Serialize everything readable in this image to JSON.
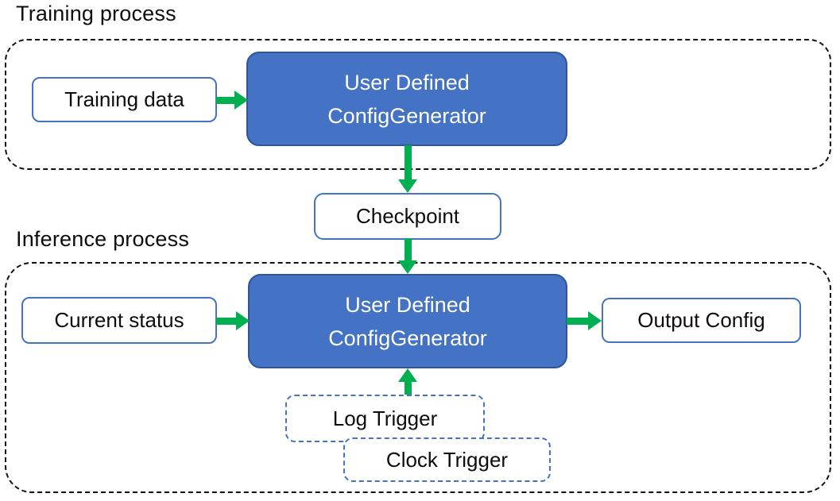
{
  "colors": {
    "box_fill_blue": "#4472C4",
    "box_border_blue": "#2F5597",
    "outline_blue": "#4472C4",
    "arrow_green": "#00B050",
    "frame_dash": "#111111",
    "text_dark": "#0d0d0d",
    "text_light": "#FFFFFF"
  },
  "training": {
    "label": "Training process",
    "input_box": "Training data",
    "generator_line1": "User Defined",
    "generator_line2": "ConfigGenerator"
  },
  "checkpoint": {
    "label": "Checkpoint"
  },
  "inference": {
    "label": "Inference process",
    "input_box": "Current status",
    "generator_line1": "User Defined",
    "generator_line2": "ConfigGenerator",
    "output_box": "Output Config",
    "log_trigger": "Log Trigger",
    "clock_trigger": "Clock Trigger"
  }
}
